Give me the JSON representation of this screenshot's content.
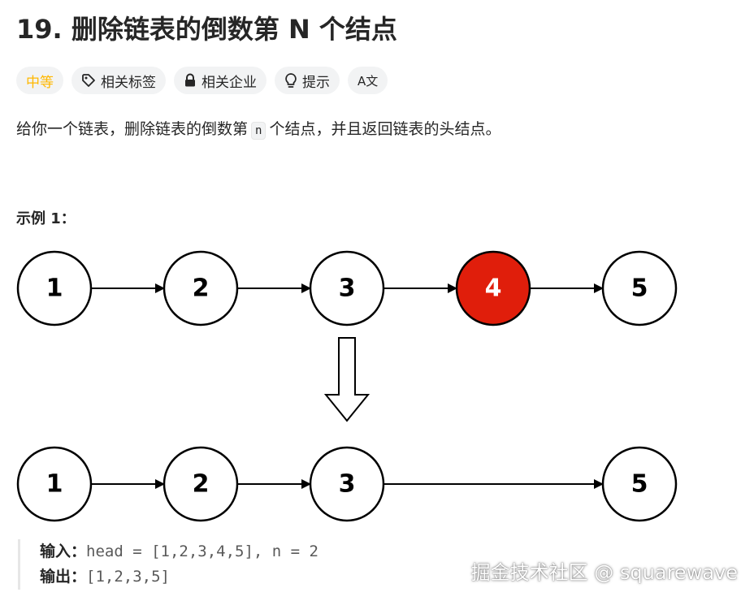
{
  "problem": {
    "title": "19. 删除链表的倒数第 N 个结点",
    "tags": [
      {
        "label": "中等",
        "icon": "none"
      },
      {
        "label": "相关标签",
        "icon": "tag-icon"
      },
      {
        "label": "相关企业",
        "icon": "lock-icon"
      },
      {
        "label": "提示",
        "icon": "lightbulb-icon"
      },
      {
        "label": "",
        "icon": "translate-icon",
        "glyph": "A文"
      }
    ],
    "description": {
      "before": "给你一个链表，删除链表的倒数第",
      "code": "n",
      "after": "个结点，并且返回链表的头结点。"
    }
  },
  "example": {
    "title": "示例 1：",
    "before_list": [
      "1",
      "2",
      "3",
      "4",
      "5"
    ],
    "removed": "4",
    "after_list": [
      "1",
      "2",
      "3",
      "5"
    ],
    "input_label": "输入：",
    "input_value": "head = [1,2,3,4,5], n = 2",
    "output_label": "输出：",
    "output_value": "[1,2,3,5]"
  },
  "colors": {
    "difficulty_medium": "#ffb800",
    "removed_node": "#e01e0b",
    "tag_background": "#f2f3f4"
  },
  "watermark": "掘金技术社区 @ squarewave"
}
